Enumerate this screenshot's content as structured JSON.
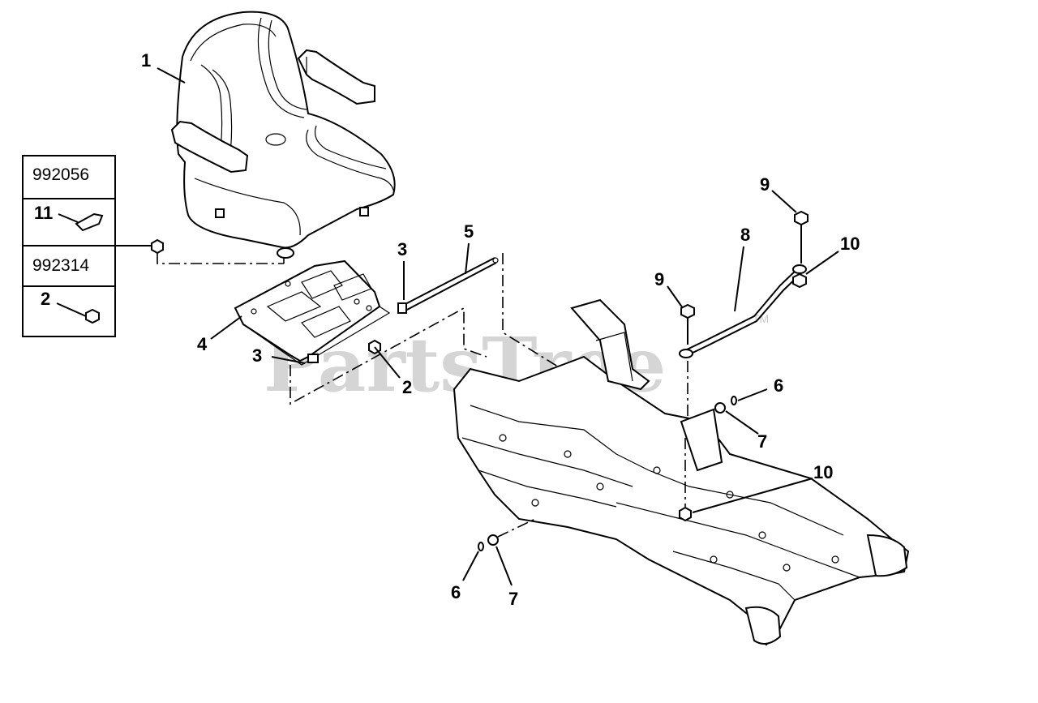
{
  "watermark": {
    "text": "PartsTree",
    "trademark": "TM"
  },
  "kit_box": {
    "kits": [
      {
        "part_number": "992056",
        "item": "11"
      },
      {
        "part_number": "992314",
        "item": "2"
      }
    ]
  },
  "callouts": [
    {
      "id": "c1",
      "label": "1"
    },
    {
      "id": "c2a",
      "label": "2"
    },
    {
      "id": "c3a",
      "label": "3"
    },
    {
      "id": "c3b",
      "label": "3"
    },
    {
      "id": "c4",
      "label": "4"
    },
    {
      "id": "c5",
      "label": "5"
    },
    {
      "id": "c6a",
      "label": "6"
    },
    {
      "id": "c6b",
      "label": "6"
    },
    {
      "id": "c7a",
      "label": "7"
    },
    {
      "id": "c7b",
      "label": "7"
    },
    {
      "id": "c8",
      "label": "8"
    },
    {
      "id": "c9a",
      "label": "9"
    },
    {
      "id": "c9b",
      "label": "9"
    },
    {
      "id": "c10a",
      "label": "10"
    },
    {
      "id": "c10b",
      "label": "10"
    }
  ]
}
